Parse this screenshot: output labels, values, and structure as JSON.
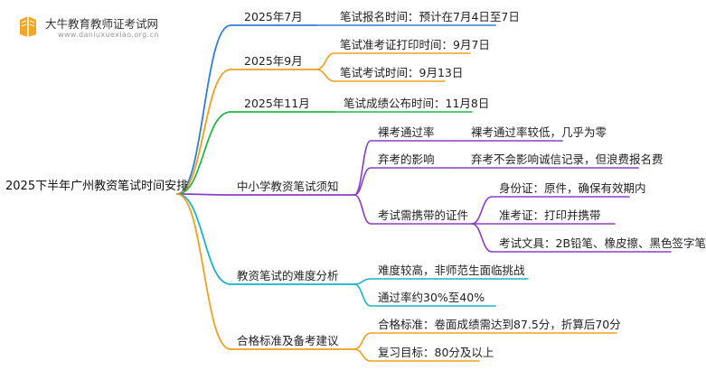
{
  "logo": {
    "title": "大牛教育教师证考试网",
    "url": "www.daniuxuexiao.org.cn"
  },
  "root": {
    "label": "2025下半年广州教资笔试时间安排"
  },
  "branches": [
    {
      "label": "2025年7月",
      "color": "#2f7fd6",
      "children": [
        {
          "label": "笔试报名时间：预计在7月4日至7日"
        }
      ]
    },
    {
      "label": "2025年9月",
      "color": "#f0a020",
      "children": [
        {
          "label": "笔试准考证打印时间：9月7日"
        },
        {
          "label": "笔试考试时间：9月13日"
        }
      ]
    },
    {
      "label": "2025年11月",
      "color": "#2bb34a",
      "children": [
        {
          "label": "笔试成绩公布时间：11月8日"
        }
      ]
    },
    {
      "label": "中小学教资笔试须知",
      "color": "#8a3fc8",
      "children": [
        {
          "label": "裸考通过率",
          "children": [
            {
              "label": "裸考通过率较低，几乎为零"
            }
          ]
        },
        {
          "label": "弃考的影响",
          "children": [
            {
              "label": "弃考不会影响诚信记录，但浪费报名费"
            }
          ]
        },
        {
          "label": "考试需携带的证件",
          "children": [
            {
              "label": "身份证：原件，确保有效期内"
            },
            {
              "label": "准考证：打印并携带"
            },
            {
              "label": "考试文具：2B铅笔、橡皮擦、黑色签字笔"
            }
          ]
        }
      ]
    },
    {
      "label": "教资笔试的难度分析",
      "color": "#19b3c8",
      "children": [
        {
          "label": "难度较高，非师范生面临挑战"
        },
        {
          "label": "通过率约30%至40%"
        }
      ]
    },
    {
      "label": "合格标准及备考建议",
      "color": "#f0a020",
      "children": [
        {
          "label": "合格标准：卷面成绩需达到87.5分，折算后70分"
        },
        {
          "label": "复习目标：80分及以上"
        }
      ]
    }
  ]
}
